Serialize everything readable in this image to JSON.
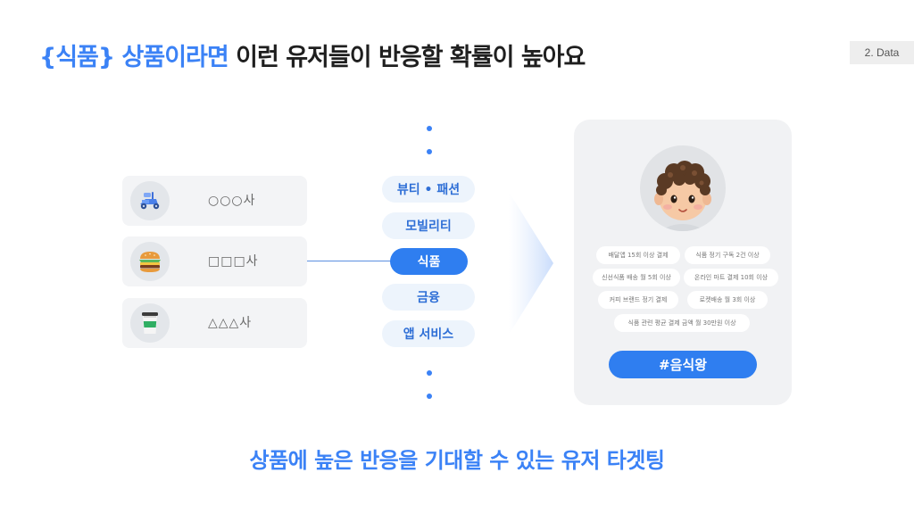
{
  "title": {
    "highlight": "{식품} 상품이라면",
    "rest": "이런 유저들이 반응할 확률이 높아요"
  },
  "section_badge": "2. Data",
  "brands": [
    {
      "icon": "scooter-icon",
      "name": "○○○사"
    },
    {
      "icon": "burger-icon",
      "name": "□□□사"
    },
    {
      "icon": "coffee-cup-icon",
      "name": "△△△사"
    }
  ],
  "categories": [
    {
      "label": "뷰티 • 패션",
      "active": false
    },
    {
      "label": "모빌리티",
      "active": false
    },
    {
      "label": "식품",
      "active": true
    },
    {
      "label": "금융",
      "active": false
    },
    {
      "label": "앱 서비스",
      "active": false
    }
  ],
  "profile": {
    "avatar_icon": "user-avatar-icon",
    "chips": [
      "배달앱 15회 이상 결제",
      "식품 정기 구독 2건 이상",
      "신선식품 배송 월 5회 이상",
      "온라인 마트 결제 10회 이상",
      "커피 브랜드 정기 결제",
      "로켓배송 월 3회 이상",
      "식품 관련 평균 결제 금액 월 30만원 이상"
    ],
    "hashtag": "#음식왕"
  },
  "caption": "상품에 높은 반응을 기대할 수 있는 유저 타겟팅",
  "colors": {
    "accent": "#3b82f6",
    "accent_strong": "#2f7ef0",
    "pill_bg": "#edf4fc",
    "panel_bg": "#f1f2f4"
  }
}
